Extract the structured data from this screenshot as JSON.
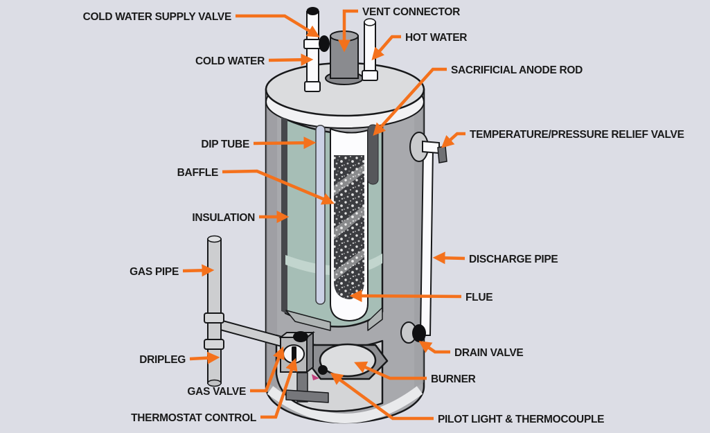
{
  "diagram": {
    "type": "labeled_cutaway_illustration",
    "labels": {
      "cold_water_supply_valve": "COLD WATER SUPPLY VALVE",
      "vent_connector": "VENT CONNECTOR",
      "cold_water": "COLD WATER",
      "hot_water": "HOT WATER",
      "sacrificial_anode_rod": "SACRIFICIAL ANODE ROD",
      "dip_tube": "DIP TUBE",
      "temperature_pressure_relief_valve": "TEMPERATURE/PRESSURE RELIEF VALVE",
      "baffle": "BAFFLE",
      "insulation": "INSULATION",
      "gas_pipe": "GAS PIPE",
      "discharge_pipe": "DISCHARGE PIPE",
      "flue": "FLUE",
      "dripleg": "DRIPLEG",
      "drain_valve": "DRAIN VALVE",
      "gas_valve": "GAS VALVE",
      "burner": "BURNER",
      "thermostat_control": "THERMOSTAT CONTROL",
      "pilot_light_thermocouple": "PILOT LIGHT & THERMOCOUPLE"
    },
    "colors": {
      "background": "#DCDDE5",
      "arrow": "#F4711C",
      "label_text": "#1A1A1A",
      "outline": "#17181A",
      "tank_shell": "#A8A9AD",
      "tank_lid": "#DBDCDE",
      "lid_rim": "#F2F2F4",
      "tank_interior": "#A6BEB6",
      "interior_band": "#C2D5CE",
      "dip_tube": "#CBD1E5",
      "flue": "#FCFCFE",
      "baffle": "#3B3C40",
      "anode_rod": "#56575B",
      "white_pipe": "#FBFBFD",
      "gas_pipe": "#CDCED0",
      "vent": "#8A8B8F",
      "chamber": "#D4D5D7",
      "burner_plate": "#8E8F93",
      "burner": "#DCDDDF",
      "bottom_rim": "#E9EAEC",
      "valve_black": "#101012",
      "fitting_gray": "#C9CACC",
      "manifold_dark": "#76777B"
    }
  }
}
